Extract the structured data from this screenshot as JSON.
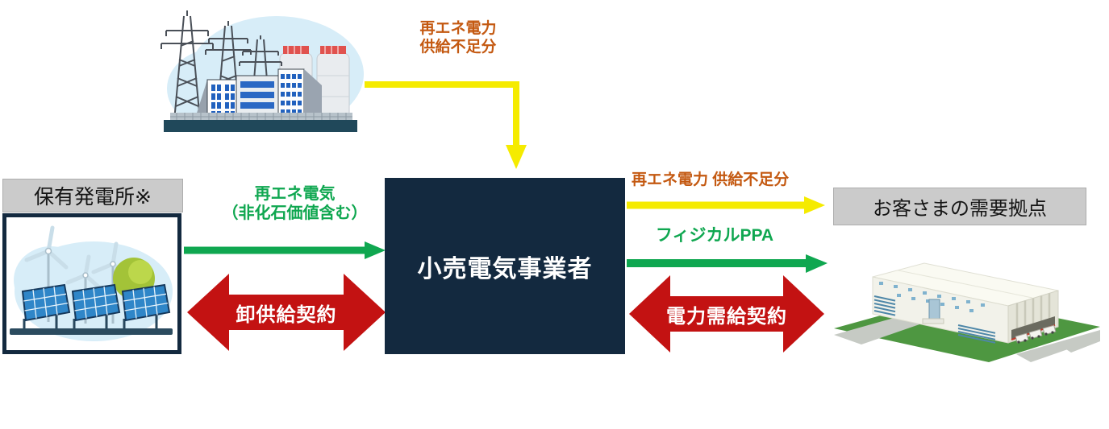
{
  "labels": {
    "top_shortage_line1": "再エネ電力",
    "top_shortage_line2": "供給不足分",
    "owned_plant": "保有発電所※",
    "renewable_line1": "再エネ電気",
    "renewable_line2": "（非化石価値含む）",
    "wholesale_contract": "卸供給契約",
    "retailer": "小売電気事業者",
    "right_shortage": "再エネ電力 供給不足分",
    "physical_ppa": "フィジカルPPA",
    "power_supply_contract": "電力需給契約",
    "customer_site": "お客さまの需要拠点"
  },
  "colors": {
    "navy": "#13293F",
    "green": "#0FA750",
    "yellow": "#F5EB00",
    "red": "#C31212",
    "orange": "#C45911",
    "label_gray": "#CBCBCB"
  },
  "icons": {
    "power_plant": "power-plant-illustration",
    "renewables": "solar-wind-illustration",
    "warehouse": "warehouse-illustration"
  }
}
